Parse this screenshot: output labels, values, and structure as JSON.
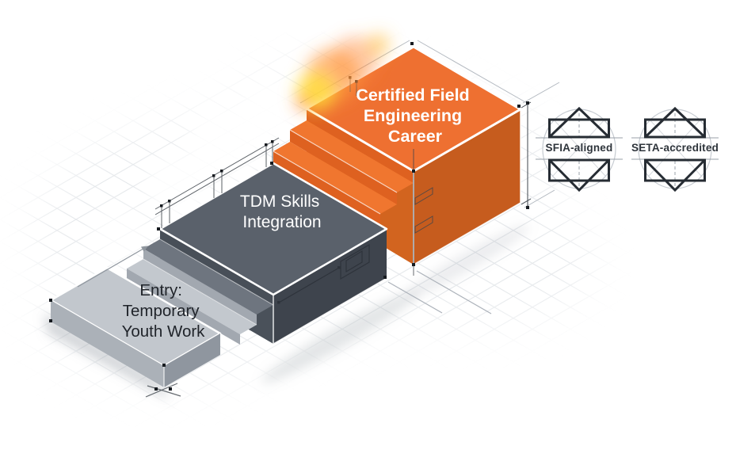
{
  "diagram": {
    "type": "isometric-step-progression",
    "steps": [
      {
        "id": "entry",
        "label": "Entry: Temporary Youth Work",
        "lines": [
          "Entry:",
          "Temporary",
          "Youth Work"
        ],
        "fill": "#C2C7CD",
        "text_color": "#20242A"
      },
      {
        "id": "tdm",
        "label": "TDM Skills Integration",
        "lines": [
          "TDM Skills",
          "Integration"
        ],
        "fill": "#5A616B",
        "text_color": "#FFFFFF"
      },
      {
        "id": "career",
        "label": "Certified Field Engineering Career",
        "lines": [
          "Certified Field",
          "Engineering",
          "Career"
        ],
        "fill": "#ED6F2E",
        "text_color": "#FFFFFF"
      }
    ],
    "badges": [
      {
        "id": "sfia",
        "label": "SFIA-aligned",
        "icon": "geometric-emblem-icon"
      },
      {
        "id": "seta",
        "label": "SETA-accredited",
        "icon": "geometric-emblem-icon"
      }
    ],
    "colors": {
      "accent_orange": "#ED6F2E",
      "orange_shade": "#C65C1E",
      "dark_gray": "#5A616B",
      "dark_gray_shade": "#3E444D",
      "light_gray": "#C2C7CD",
      "light_gray_shade": "#9BA2AA",
      "blueprint_line_dark": "#3F454C",
      "blueprint_line_light": "#B4BAC1",
      "glow_yellow": "#FFDD3A",
      "glow_orange": "#FF9A3F"
    }
  }
}
